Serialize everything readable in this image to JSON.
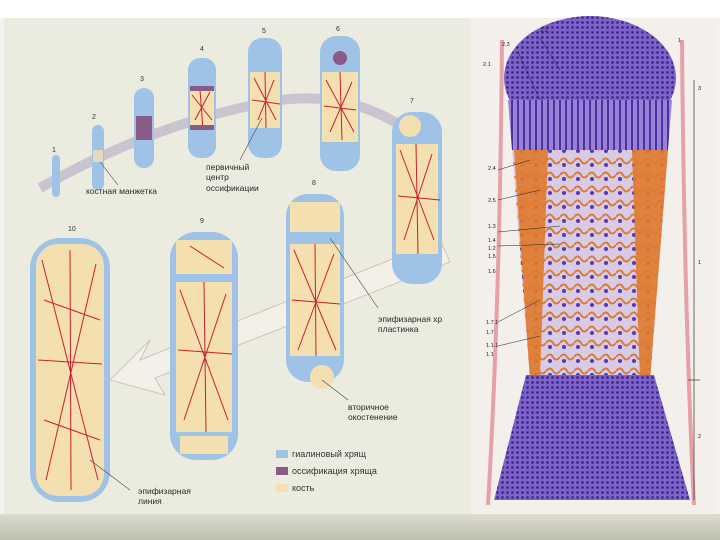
{
  "left_figure": {
    "stage_numbers": [
      "1",
      "2",
      "3",
      "4",
      "5",
      "6",
      "7",
      "8",
      "9",
      "10"
    ],
    "labels": {
      "bone_cuff": "костная манжетка",
      "primary_center_line1": "первичный",
      "primary_center_line2": "центр",
      "primary_center_line3": "оссификации",
      "epiphyseal_plate_line1": "эпифизарная хр",
      "epiphyseal_plate_line2": "пластинка",
      "secondary_line1": "вторичное",
      "secondary_line2": "окостенение",
      "epiphyseal_line_line1": "эпифизарная",
      "epiphyseal_line_line2": "линия"
    },
    "legend": [
      {
        "text": "гиалиновый хрящ",
        "color": "#9fc3e6"
      },
      {
        "text": "оссификация хряща",
        "color": "#8c5a86"
      },
      {
        "text": "кость",
        "color": "#f4dfb0"
      }
    ]
  },
  "right_figure": {
    "left_labels": [
      "2.2",
      "2.3",
      "2.1",
      "2.4",
      "2.5",
      "1.3",
      "1.4",
      "1.2",
      "1.5",
      "1.6",
      "1.7.1",
      "1.7",
      "1.1.1",
      "1.1"
    ],
    "right_labels": [
      "1",
      "3",
      "1",
      "2"
    ]
  },
  "colors": {
    "cartilage": "#9fc3e6",
    "ossification": "#8c5a86",
    "bone": "#f4dfb0",
    "vessel": "#c8202a",
    "stain_purple": "#6a4ab8",
    "stain_orange": "#e07a2c"
  }
}
